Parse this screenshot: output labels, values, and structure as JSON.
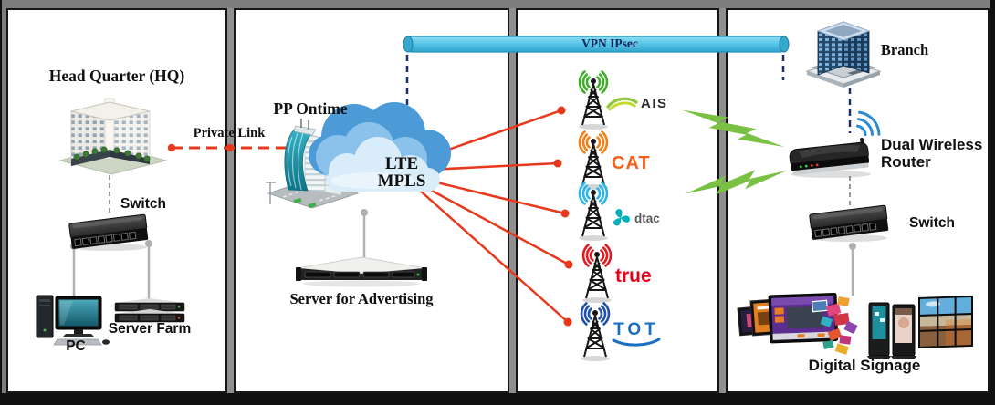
{
  "labels": {
    "hq": "Head Quarter (HQ)",
    "hq_switch": "Switch",
    "pc": "PC",
    "server_farm": "Server Farm",
    "private_link": "Private Link",
    "pp_ontime": "PP Ontime",
    "cloud_l1": "LTE",
    "cloud_l2": "MPLS",
    "server_adv": "Server for Advertising",
    "vpn": "VPN IPsec",
    "branch": "Branch",
    "router_l1": "Dual Wireless",
    "router_l2": "Router",
    "branch_switch": "Switch",
    "digital_signage": "Digital Signage"
  },
  "carriers": [
    {
      "name": "AIS",
      "wave_color": "#3fae2a",
      "logo_color": "#2b2b2b",
      "icon_color": "#8dc63f"
    },
    {
      "name": "CAT",
      "wave_color": "#f08019",
      "logo_color": "#f4611d",
      "icon_color": "#f4611d"
    },
    {
      "name": "dtac",
      "wave_color": "#2fb4e9",
      "logo_color": "#58595b",
      "icon_color": "#00b0ba"
    },
    {
      "name": "true",
      "wave_color": "#e11b22",
      "logo_color": "#e2001a",
      "icon_color": "#e2001a"
    },
    {
      "name": "TOT",
      "wave_color": "#1f4fa8",
      "logo_color": "#1b6ec2",
      "icon_color": "#1b6ec2"
    }
  ],
  "colors": {
    "link_red": "#e8391d",
    "bolt_green": "#7ac143",
    "navy_dash": "#1c2f6b",
    "tube_blue": "#57c5e8",
    "gray_link": "#b0b0b0",
    "vpn_text": "#13265c"
  }
}
